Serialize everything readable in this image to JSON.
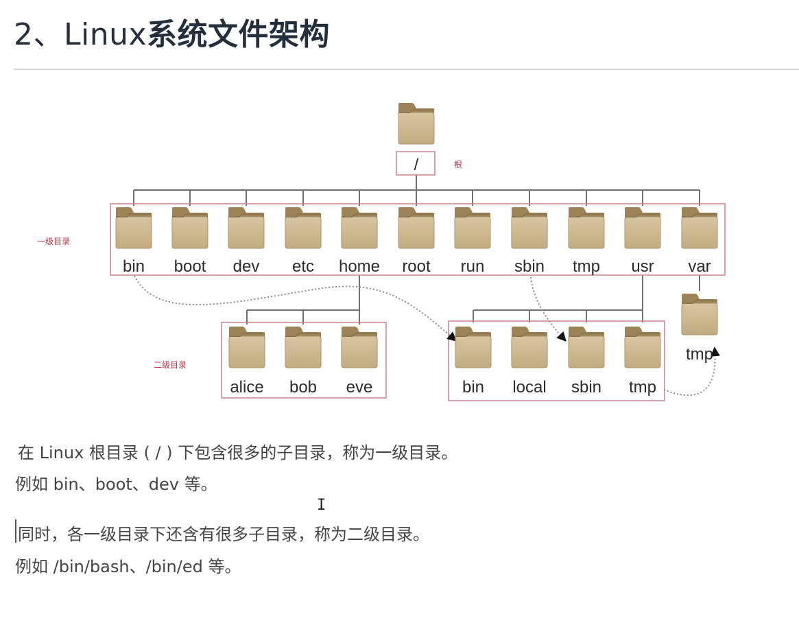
{
  "heading": {
    "number": "2、",
    "latin": "Linux",
    "cjk": "系统文件架构"
  },
  "diagram": {
    "root": {
      "name": "/",
      "label": "根"
    },
    "level1_label": "一级目录",
    "level2_label": "二级目录",
    "level1": [
      "bin",
      "boot",
      "dev",
      "etc",
      "home",
      "root",
      "run",
      "sbin",
      "tmp",
      "usr",
      "var"
    ],
    "home_children": [
      "alice",
      "bob",
      "eve"
    ],
    "usr_children": [
      "bin",
      "local",
      "sbin",
      "tmp"
    ],
    "var_children": [
      "tmp"
    ],
    "colors": {
      "folder": "#c9b48f",
      "folder_tab": "#9c8458",
      "box_border": "#c9848e",
      "line": "#707070",
      "red_label": "#b83a4b"
    }
  },
  "paragraphs": [
    "在 Linux 根目录 ( / ) 下包含很多的子目录，称为一级目录。",
    "例如 bin、boot、dev 等。",
    "同时，各一级目录下还含有很多子目录，称为二级目录。",
    "例如 /bin/bash、/bin/ed 等。"
  ],
  "cursor": {
    "text_cursor": "I"
  }
}
